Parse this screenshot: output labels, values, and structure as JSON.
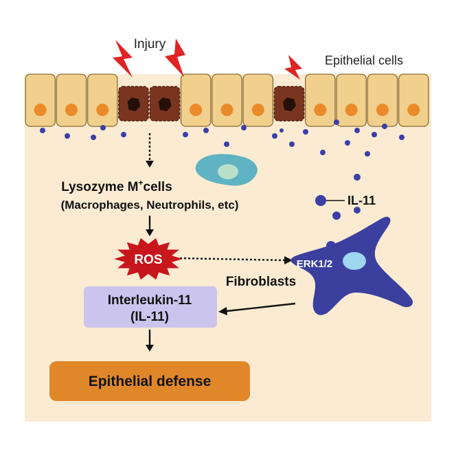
{
  "labels": {
    "injury": "Injury",
    "epithelial_cells": "Epithelial cells",
    "lysozyme_cells": "Lysozyme M",
    "lysozyme_sup": "+",
    "lysozyme_cells_tail": "cells",
    "lysozyme_examples": "(Macrophages, Neutrophils, etc)",
    "il11_legend": "IL-11",
    "ros": "ROS",
    "erk": "ERK1/2",
    "fibroblasts": "Fibroblasts",
    "interleukin_line1": "Interleukin-11",
    "interleukin_line2": "(IL-11)",
    "epithelial_defense": "Epithelial defense"
  },
  "colors": {
    "tissue_background": "#faebd2",
    "epithelial_cell": "#f0d08c",
    "nucleus": "#ea8a2a",
    "damaged_cell": "#7a3520",
    "lightning": "#e02424",
    "il11_dot": "#3b3fa6",
    "ros_burst": "#c8161d",
    "fibroblast": "#3b3f9e",
    "macrophage": "#5fb3c2",
    "interleukin_box": "#cbc4ee",
    "defense_box": "#e0872a"
  }
}
